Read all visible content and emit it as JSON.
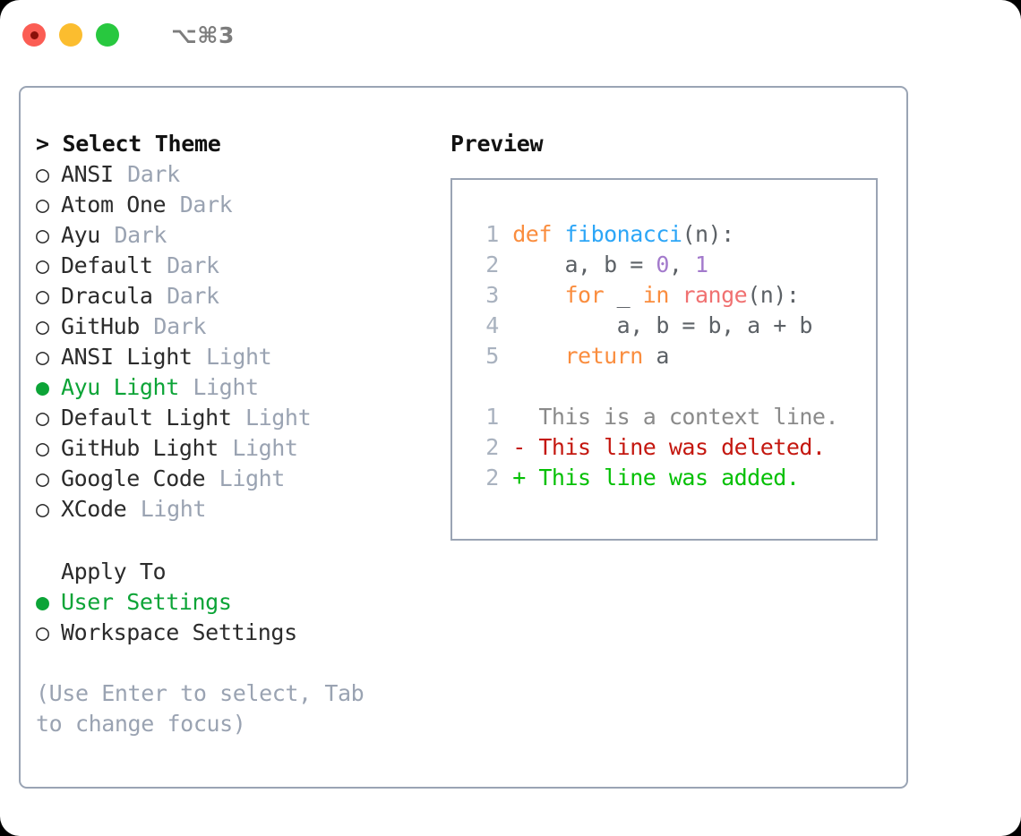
{
  "window": {
    "title": "⌥⌘3",
    "controls": [
      {
        "name": "close",
        "color": "#FB5D54"
      },
      {
        "name": "minimize",
        "color": "#FBBD2F"
      },
      {
        "name": "maximize",
        "color": "#28C83F"
      }
    ]
  },
  "theme_picker": {
    "heading": "> Select Theme",
    "marker_selected": "●",
    "marker_unselected": "○",
    "accent_color": "#0CA437",
    "tag_color": "#9AA3B2",
    "items": [
      {
        "label": "ANSI",
        "tag": "Dark",
        "selected": false
      },
      {
        "label": "Atom One",
        "tag": "Dark",
        "selected": false
      },
      {
        "label": "Ayu",
        "tag": "Dark",
        "selected": false
      },
      {
        "label": "Default",
        "tag": "Dark",
        "selected": false
      },
      {
        "label": "Dracula",
        "tag": "Dark",
        "selected": false
      },
      {
        "label": "GitHub",
        "tag": "Dark",
        "selected": false
      },
      {
        "label": "ANSI Light",
        "tag": "Light",
        "selected": false
      },
      {
        "label": "Ayu Light",
        "tag": "Light",
        "selected": true
      },
      {
        "label": "Default Light",
        "tag": "Light",
        "selected": false
      },
      {
        "label": "GitHub Light",
        "tag": "Light",
        "selected": false
      },
      {
        "label": "Google Code",
        "tag": "Light",
        "selected": false
      },
      {
        "label": "XCode",
        "tag": "Light",
        "selected": false
      }
    ]
  },
  "apply_to": {
    "heading": "Apply To",
    "items": [
      {
        "label": "User Settings",
        "selected": true
      },
      {
        "label": "Workspace Settings",
        "selected": false
      }
    ]
  },
  "hint": "(Use Enter to select, Tab to change focus)",
  "preview": {
    "title": "Preview",
    "code_lines": [
      {
        "no": "1",
        "tokens": [
          {
            "t": "def ",
            "c": "tok-kw"
          },
          {
            "t": "fibonacci",
            "c": "tok-fn"
          },
          {
            "t": "(n):",
            "c": "tok-pn"
          }
        ]
      },
      {
        "no": "2",
        "tokens": [
          {
            "t": "    a, b = ",
            "c": "tok-txt"
          },
          {
            "t": "0",
            "c": "tok-num"
          },
          {
            "t": ", ",
            "c": "tok-txt"
          },
          {
            "t": "1",
            "c": "tok-num"
          }
        ]
      },
      {
        "no": "3",
        "tokens": [
          {
            "t": "    ",
            "c": "tok-txt"
          },
          {
            "t": "for",
            "c": "tok-kw"
          },
          {
            "t": " _ ",
            "c": "tok-txt"
          },
          {
            "t": "in",
            "c": "tok-kw"
          },
          {
            "t": " ",
            "c": "tok-txt"
          },
          {
            "t": "range",
            "c": "tok-call"
          },
          {
            "t": "(n):",
            "c": "tok-pn"
          }
        ]
      },
      {
        "no": "4",
        "tokens": [
          {
            "t": "        a, b = b, a + b",
            "c": "tok-txt"
          }
        ]
      },
      {
        "no": "5",
        "tokens": [
          {
            "t": "    ",
            "c": "tok-txt"
          },
          {
            "t": "return",
            "c": "tok-kw"
          },
          {
            "t": " a",
            "c": "tok-txt"
          }
        ]
      }
    ],
    "diff_lines": [
      {
        "no": "1",
        "text": "  This is a context line.",
        "kind": "diff-ctx"
      },
      {
        "no": "2",
        "text": "- This line was deleted.",
        "kind": "diff-del"
      },
      {
        "no": "2",
        "text": "+ This line was added.",
        "kind": "diff-add"
      }
    ]
  }
}
